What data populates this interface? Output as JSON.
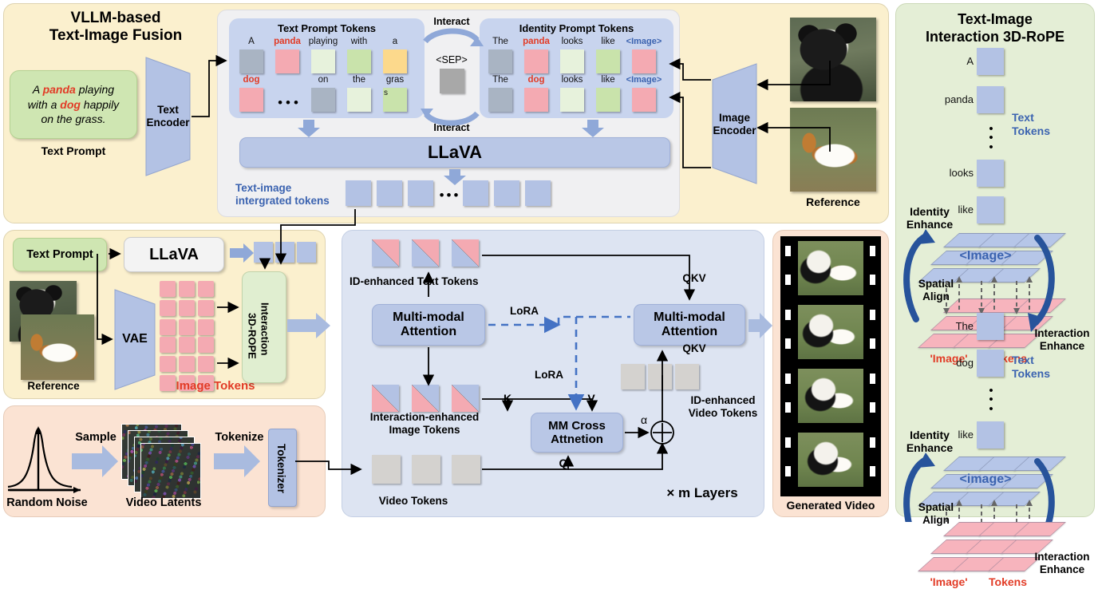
{
  "panels": {
    "fusion": {
      "title_line1": "VLLM-based",
      "title_line2": "Text-Image Fusion",
      "prompt_parts": [
        "A ",
        "panda",
        " playing",
        "with a ",
        "dog",
        " happily",
        "on the grass."
      ],
      "prompt_caption": "Text Prompt",
      "text_encoder": "Text\nEncoder",
      "text_encoder_l1": "Text",
      "text_encoder_l2": "Encoder",
      "image_encoder_l1": "Image",
      "image_encoder_l2": "Encoder",
      "reference_caption": "Reference",
      "llava": "LLaVA",
      "integrated_l1": "Text-image",
      "integrated_l2": "intergrated tokens",
      "sep_label": "<SEP>",
      "interact_top": "Interact",
      "interact_bottom": "Interact",
      "text_tokens_title": "Text Prompt Tokens",
      "identity_tokens_title": "Identity Prompt Tokens",
      "text_tokens_row1": [
        {
          "label": "A",
          "color": "c-gray",
          "red": false
        },
        {
          "label": "panda",
          "color": "c-pink",
          "red": true
        },
        {
          "label": "playing",
          "color": "c-pgreen",
          "red": false
        },
        {
          "label": "with",
          "color": "c-mgreen",
          "red": false
        },
        {
          "label": "a",
          "color": "c-yellow",
          "red": false
        }
      ],
      "text_tokens_row2": [
        {
          "label": "dog",
          "color": "c-pink",
          "red": true
        },
        {
          "label": "",
          "color": "dots",
          "red": false
        },
        {
          "label": "on",
          "color": "c-gray",
          "red": false
        },
        {
          "label": "the",
          "color": "c-pgreen",
          "red": false
        },
        {
          "label": "gras",
          "label2": "s",
          "color": "c-mgreen",
          "red": false
        }
      ],
      "identity_tokens_row1": [
        {
          "label": "The",
          "color": "c-gray",
          "red": false,
          "blue": false
        },
        {
          "label": "panda",
          "color": "c-pink",
          "red": true,
          "blue": false
        },
        {
          "label": "looks",
          "color": "c-pgreen",
          "red": false,
          "blue": false
        },
        {
          "label": "like",
          "color": "c-mgreen",
          "red": false,
          "blue": false
        },
        {
          "label": "<Image>",
          "color": "c-pink",
          "red": false,
          "blue": true
        }
      ],
      "identity_tokens_row2": [
        {
          "label": "The",
          "color": "c-gray",
          "red": false,
          "blue": false
        },
        {
          "label": "dog",
          "color": "c-pink",
          "red": true,
          "blue": false
        },
        {
          "label": "looks",
          "color": "c-pgreen",
          "red": false,
          "blue": false
        },
        {
          "label": "like",
          "color": "c-mgreen",
          "red": false,
          "blue": false
        },
        {
          "label": "<Image>",
          "color": "c-pink",
          "red": false,
          "blue": true
        }
      ]
    },
    "midleft": {
      "text_prompt": "Text Prompt",
      "llava": "LLaVA",
      "vae": "VAE",
      "reference_caption": "Reference",
      "image_tokens_caption": "Image Tokens",
      "rope_l1": "Interaction",
      "rope_l2": "3D-ROPE"
    },
    "noise": {
      "random_noise": "Random Noise",
      "sample": "Sample",
      "video_latents": "Video Latents",
      "tokenize": "Tokenize",
      "tokenizer": "Tokenizer"
    },
    "attention": {
      "id_enhanced_text_l1": "ID-enhanced Text Tokens",
      "mm_attention_left_l1": "Multi-modal",
      "mm_attention_left_l2": "Attention",
      "mm_attention_right_l1": "Multi-modal",
      "mm_attention_right_l2": "Attention",
      "interaction_enhanced_l1": "Interaction-enhanced",
      "interaction_enhanced_l2": "Image Tokens",
      "mm_cross_l1": "MM Cross",
      "mm_cross_l2": "Attnetion",
      "video_tokens": "Video Tokens",
      "id_enhanced_video_l1": "ID-enhanced",
      "id_enhanced_video_l2": "Video Tokens",
      "lora_top": "LoRA",
      "lora_bottom": "LoRA",
      "qkv_top": "QKV",
      "qkv_bottom": "QKV",
      "k_label": "K",
      "v_label": "V",
      "q_label": "Q",
      "alpha_label": "α",
      "layers_label": "× m Layers"
    },
    "video": {
      "caption": "Generated Video",
      "frame_count": 4
    },
    "rope": {
      "title_l1": "Text-Image",
      "title_l2": "Interaction 3D-RoPE",
      "block1": {
        "tokens": [
          "A",
          "panda",
          "looks",
          "like"
        ],
        "image_label": "<Image>",
        "image_tokens_quote": "'Image'",
        "image_tokens_word": "Tokens",
        "text_tokens_l1": "Text",
        "text_tokens_l2": "Tokens",
        "identity_l1": "Identity",
        "identity_l2": "Enhance",
        "spatial_l1": "Spatial",
        "spatial_l2": "Align",
        "interaction_l1": "Interaction",
        "interaction_l2": "Enhance"
      },
      "block2": {
        "tokens": [
          "The",
          "dog",
          "like"
        ],
        "image_label": "<image>",
        "image_tokens_quote": "'Image'",
        "image_tokens_word": "Tokens",
        "text_tokens_l1": "Text",
        "text_tokens_l2": "Tokens",
        "identity_l1": "Identity",
        "identity_l2": "Enhance",
        "spatial_l1": "Spatial",
        "spatial_l2": "Align",
        "interaction_l1": "Interaction",
        "interaction_l2": "Enhance"
      }
    }
  },
  "colors": {
    "token_gray": "#a9b4c3",
    "token_pink": "#f4aab2",
    "token_pale_green": "#e7f2dc",
    "token_green": "#c9e3ab",
    "token_yellow": "#fcd98c",
    "token_blue": "#b3c2e4",
    "accent_blue": "#3b63b0",
    "accent_red": "#e23b26",
    "panel_yellow": "#fbf0ce",
    "panel_blue": "#dde4f2",
    "panel_peach": "#fbe3d3",
    "panel_green": "#e4eed6",
    "arrow_blue": "#8fa8d8",
    "rope_arrow": "#27539b"
  }
}
